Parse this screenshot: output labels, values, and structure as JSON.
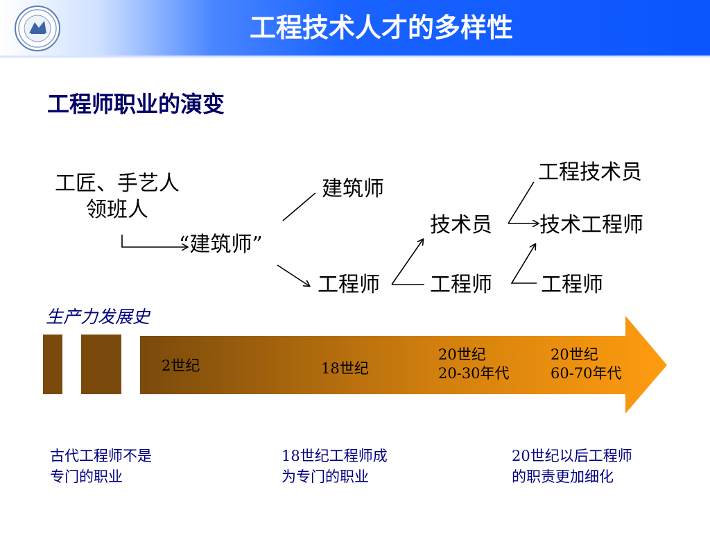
{
  "header": {
    "title": "工程技术人才的多样性",
    "logo_icon": "university-seal-icon"
  },
  "subtitle": "工程师职业的演变",
  "diagram": {
    "craftsman_line1": "工匠、手艺人",
    "craftsman_line2": "领班人",
    "proto_architect": "“建筑师”",
    "architect": "建筑师",
    "engineer_18c": "工程师",
    "technician": "技术员",
    "engineer_mid": "工程师",
    "engineering_technician": "工程技术员",
    "technical_engineer": "技术工程师",
    "engineer_right": "工程师"
  },
  "timeline": {
    "label": "生产力发展史",
    "eras": [
      {
        "line1": "2世纪",
        "line2": ""
      },
      {
        "line1": "18世纪",
        "line2": ""
      },
      {
        "line1": "20世纪",
        "line2": "20-30年代"
      },
      {
        "line1": "20世纪",
        "line2": "60-70年代"
      }
    ],
    "colors": {
      "dark": "#7a4a0c",
      "light": "#ff9c10"
    }
  },
  "notes": [
    {
      "line1": "古代工程师不是",
      "line2": "专门的职业"
    },
    {
      "line1": "18世纪工程师成",
      "line2": "为专门的职业"
    },
    {
      "line1": "20世纪以后工程师",
      "line2": "的职责更加细化"
    }
  ]
}
